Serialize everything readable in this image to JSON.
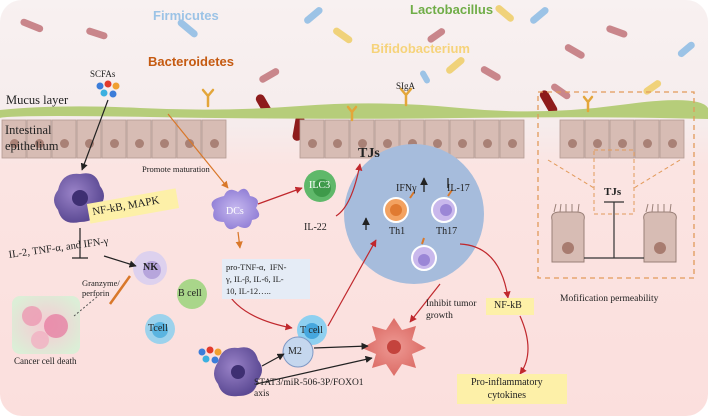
{
  "bacteria": {
    "firmicutes": "Firmicutes",
    "lactobacillus": "Lactobacillus",
    "bacteroidetes": "Bacteroidetes",
    "bifidobacterium": "Bifidobacterium"
  },
  "colors": {
    "firmicutes": "#9cc3e6",
    "lactobacillus": "#70ad47",
    "bacteroidetes": "#c55a11",
    "bifidobacterium": "#f6d37a",
    "background_top": "#f7eeee",
    "background_bottom": "#fbe1df",
    "highlight_yellow": "#fdf0a8",
    "circle_blue": "#a6bcdc"
  },
  "labels": {
    "scfas": "SCFAs",
    "mucus_layer": "Mucus layer",
    "intestinal_epithelium": "Intestinal\nepithelium",
    "sigA": "SIgA",
    "promote_maturation": "Promote maturation",
    "dcs": "DCs",
    "ilc3": "ILC3",
    "il22": "IL-22",
    "tjs_main": "TJs",
    "tjs_side": "TJs",
    "nfkb_mapk": "NF-kB, MAPK",
    "il2_line": "IL-2, TNF-α, and IFN-γ",
    "nk": "NK",
    "b_cell": "B cell",
    "tcell_small": "Tcell",
    "granzyme": "Granzyme/\nperforin",
    "cancer_cell_death": "Cancer cell death",
    "cytokines_box": "pro-TNF-α,  IFN-\nγ, IL-β, IL-6, IL-\n10, IL-12…..",
    "t_cell": "T cell",
    "ifng": "IFNγ",
    "il17": "IL-17",
    "th1": "Th1",
    "th17": "Th17",
    "inhibit_tumor": "Inhibit tumor\ngrowth",
    "nfkb": "NF-kB",
    "modification": "Mofification permeability",
    "m2": "M2",
    "stat3": "STAT3/miR-506-3P/FOXO1\naxis",
    "pro_inflammatory": "Pro-inflammatory\ncytokines"
  }
}
